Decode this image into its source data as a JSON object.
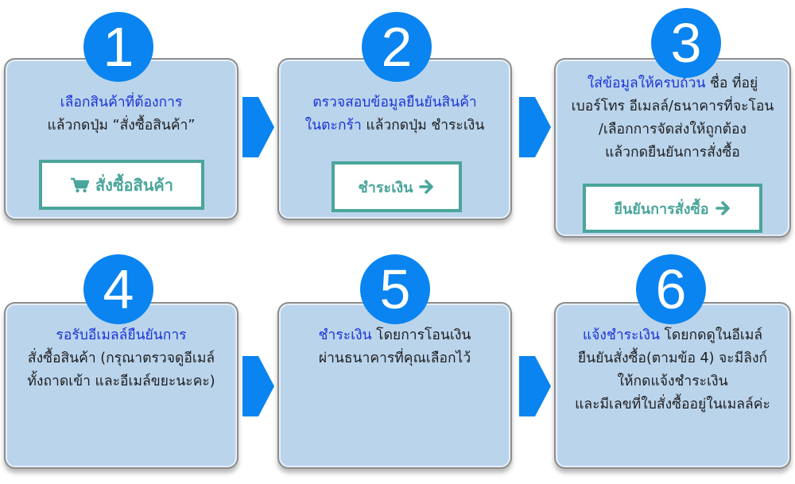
{
  "steps": [
    {
      "number": "1",
      "highlight": "เลือกสินค้าที่ต้องการ",
      "lines": [
        "แล้วกดปุ่ม “สั่งซื้อสินค้า”"
      ],
      "button": "สั่งซื้อสินค้า"
    },
    {
      "number": "2",
      "highlight": "ตรวจสอบข้อมูลยืนยันสินค้า",
      "highlight2": "ในตะกร้า",
      "line2_rest": " แล้วกดปุ่ม ชำระเงิน",
      "button": "ชำระเงิน"
    },
    {
      "number": "3",
      "highlight": "ใส่ข้อมูลให้ครบถ้วน",
      "line1_rest": " ชื่อ ที่อยู่",
      "lines": [
        "เบอร์โทร อีเมลล์/ธนาคารที่จะโอน",
        "/เลือกการจัดส่งให้ถูกต้อง",
        "แล้วกดยืนยันการสั่งซื้อ"
      ],
      "button": "ยืนยันการสั่งซื้อ"
    },
    {
      "number": "4",
      "highlight": "รอรับอีเมลล์ยืนยันการ",
      "lines": [
        "สั่งซื้อสินค้า (กรุณาตรวจดูอีเมล์",
        "ทั้งถาดเข้า และอีเมล์ขยะนะคะ)"
      ]
    },
    {
      "number": "5",
      "highlight": "ชำระเงิน",
      "line1_rest": " โดยการโอนเงิน",
      "lines": [
        "ผ่านธนาคารที่คุณเลือกไว้"
      ]
    },
    {
      "number": "6",
      "highlight": "แจ้งชำระเงิน",
      "line1_rest": " โดยกดดูในอีเมล์",
      "lines": [
        "ยืนยันสั่งซื้อ(ตามข้อ 4) จะมีลิงก์",
        "ให้กดแจ้งชำระเงิน",
        "และมีเลขที่ใบสั่งซื้ออยู่ในเมลล์ค่ะ"
      ]
    }
  ],
  "colors": {
    "card": "#bad4ec",
    "badge": "#0a84f0",
    "arrow": "#0a84f0",
    "highlight_text": "#1a35d6",
    "button_border": "#4aa59b"
  },
  "icons": {
    "cart": "cart-icon",
    "arrow": "arrow-right-icon",
    "flow": "chevron-arrow-icon"
  }
}
